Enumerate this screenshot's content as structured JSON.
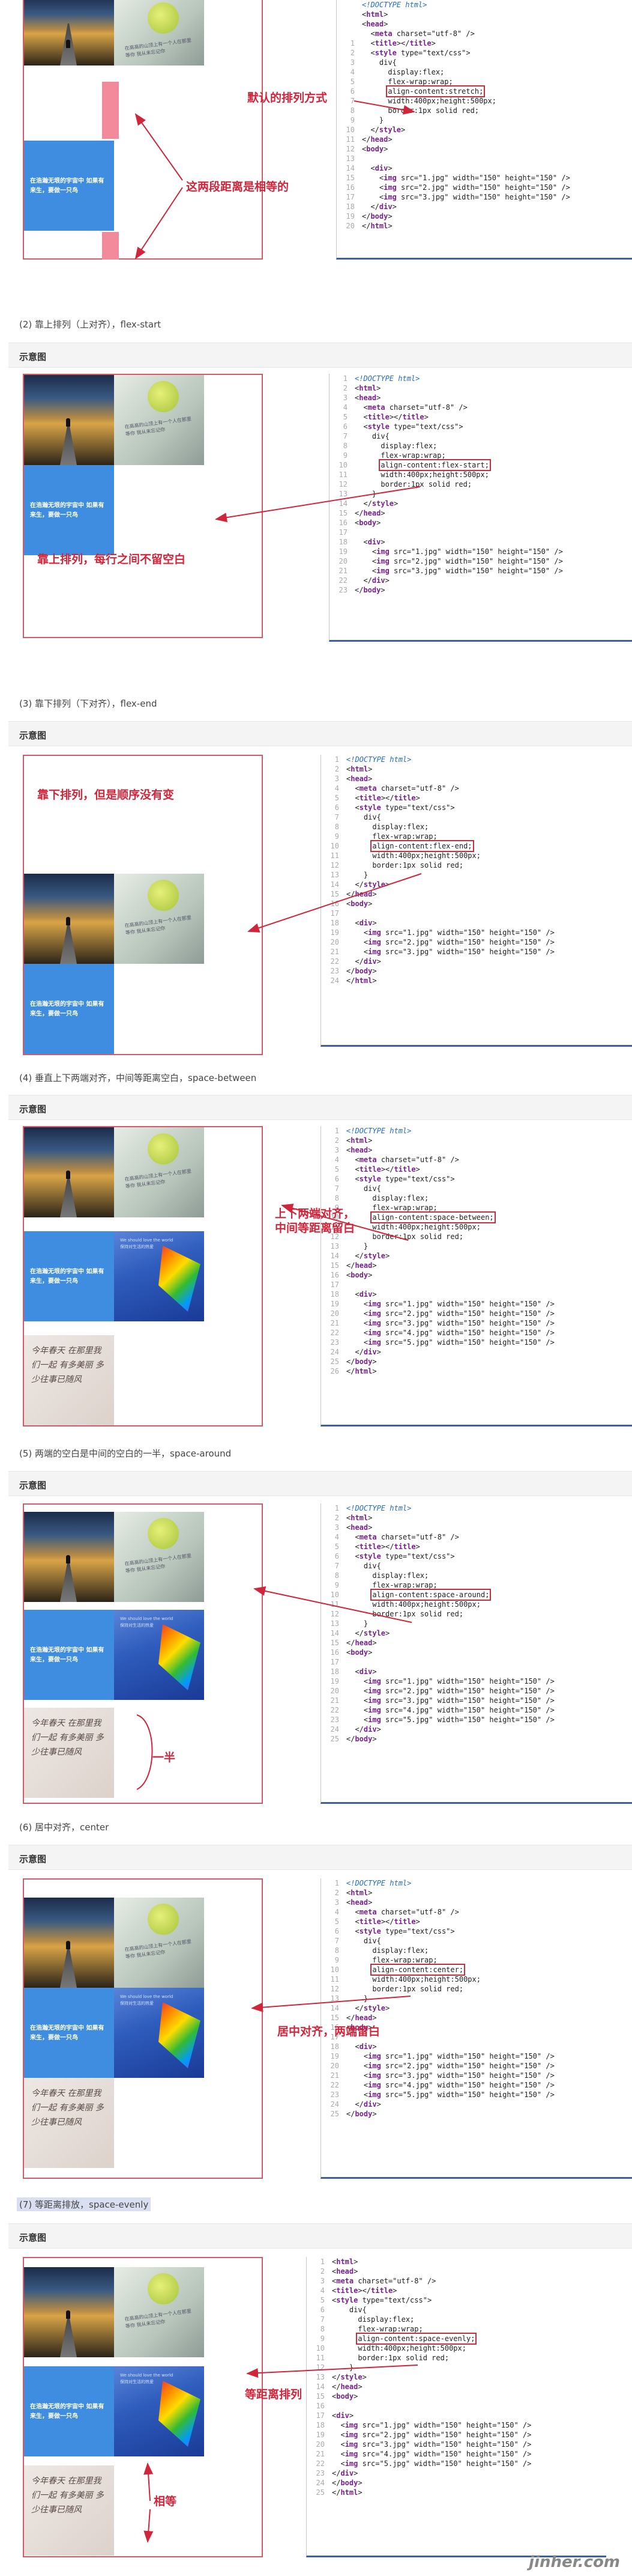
{
  "sections": [
    {
      "id": "s1",
      "caption": "",
      "header": "",
      "code": "<!DOCTYPE html>\n<html>\n<head>\n  <meta charset=\"utf-8\" />\n  <title></title>\n  <style type=\"text/css\">\n    div{\n      display:flex;\n      flex-wrap:wrap;\n      align-content:stretch;\n      width:400px;height:500px;\n      border:1px solid red;\n    }\n  </style>\n</head>\n<body>\n\n  <div>\n    <img src=\"1.jpg\" width=\"150\" height=\"150\" />\n    <img src=\"2.jpg\" width=\"150\" height=\"150\" />\n    <img src=\"3.jpg\" width=\"150\" height=\"150\" />\n  </div>\n</body>\n</html>",
      "highlight": "align-content:stretch;",
      "annotations": [
        "默认的排列方式",
        "这两段距离是相等的"
      ]
    },
    {
      "id": "s2",
      "caption": "(2) 靠上排列（上对齐），flex-start",
      "header": "示意图",
      "code": "<!DOCTYPE html>\n<html>\n<head>\n  <meta charset=\"utf-8\" />\n  <title></title>\n  <style type=\"text/css\">\n    div{\n      display:flex;\n      flex-wrap:wrap;\n      align-content:flex-start;\n      width:400px;height:500px;\n      border:1px solid red;\n    }\n  </style>\n</head>\n<body>\n\n  <div>\n    <img src=\"1.jpg\" width=\"150\" height=\"150\" />\n    <img src=\"2.jpg\" width=\"150\" height=\"150\" />\n    <img src=\"3.jpg\" width=\"150\" height=\"150\" />\n  </div>\n</body>",
      "highlight": "align-content:flex-start;",
      "annotations": [
        "靠上排列，每行之间不留空白"
      ]
    },
    {
      "id": "s3",
      "caption": "(3) 靠下排列（下对齐），flex-end",
      "header": "示意图",
      "code": "<!DOCTYPE html>\n<html>\n<head>\n  <meta charset=\"utf-8\" />\n  <title></title>\n  <style type=\"text/css\">\n    div{\n      display:flex;\n      flex-wrap:wrap;\n      align-content:flex-end;\n      width:400px;height:500px;\n      border:1px solid red;\n    }\n  </style>\n</head>\n<body>\n\n  <div>\n    <img src=\"1.jpg\" width=\"150\" height=\"150\" />\n    <img src=\"2.jpg\" width=\"150\" height=\"150\" />\n    <img src=\"3.jpg\" width=\"150\" height=\"150\" />\n  </div>\n</body>\n</html>",
      "highlight": "align-content:flex-end;",
      "annotations": [
        "靠下排列，但是顺序没有变"
      ]
    },
    {
      "id": "s4",
      "caption": "(4) 垂直上下两端对齐，中间等距离空白，space-between",
      "header": "示意图",
      "code": "<!DOCTYPE html>\n<html>\n<head>\n  <meta charset=\"utf-8\" />\n  <title></title>\n  <style type=\"text/css\">\n    div{\n      display:flex;\n      flex-wrap:wrap;\n      align-content:space-between;\n      width:400px;height:500px;\n      border:1px solid red;\n    }\n  </style>\n</head>\n<body>\n\n  <div>\n    <img src=\"1.jpg\" width=\"150\" height=\"150\" />\n    <img src=\"2.jpg\" width=\"150\" height=\"150\" />\n    <img src=\"3.jpg\" width=\"150\" height=\"150\" />\n    <img src=\"4.jpg\" width=\"150\" height=\"150\" />\n    <img src=\"5.jpg\" width=\"150\" height=\"150\" />\n  </div>\n</body>\n</html>",
      "highlight": "align-content:space-between;",
      "annotations": [
        "上下两端对齐，\n中间等距离留白"
      ]
    },
    {
      "id": "s5",
      "caption": "(5) 两端的空白是中间的空白的一半，space-around",
      "header": "示意图",
      "code": "<!DOCTYPE html>\n<html>\n<head>\n  <meta charset=\"utf-8\" />\n  <title></title>\n  <style type=\"text/css\">\n    div{\n      display:flex;\n      flex-wrap:wrap;\n      align-content:space-around;\n      width:400px;height:500px;\n      border:1px solid red;\n    }\n  </style>\n</head>\n<body>\n\n  <div>\n    <img src=\"1.jpg\" width=\"150\" height=\"150\" />\n    <img src=\"2.jpg\" width=\"150\" height=\"150\" />\n    <img src=\"3.jpg\" width=\"150\" height=\"150\" />\n    <img src=\"4.jpg\" width=\"150\" height=\"150\" />\n    <img src=\"5.jpg\" width=\"150\" height=\"150\" />\n  </div>\n</body>",
      "highlight": "align-content:space-around;",
      "annotations": [
        "一半"
      ]
    },
    {
      "id": "s6",
      "caption": "(6) 居中对齐，center",
      "header": "示意图",
      "code": "<!DOCTYPE html>\n<html>\n<head>\n  <meta charset=\"utf-8\" />\n  <title></title>\n  <style type=\"text/css\">\n    div{\n      display:flex;\n      flex-wrap:wrap;\n      align-content:center;\n      width:400px;height:500px;\n      border:1px solid red;\n    }\n  </style>\n</head>\n<body>\n\n  <div>\n    <img src=\"1.jpg\" width=\"150\" height=\"150\" />\n    <img src=\"2.jpg\" width=\"150\" height=\"150\" />\n    <img src=\"3.jpg\" width=\"150\" height=\"150\" />\n    <img src=\"4.jpg\" width=\"150\" height=\"150\" />\n    <img src=\"5.jpg\" width=\"150\" height=\"150\" />\n  </div>\n</body>",
      "highlight": "align-content:center;",
      "annotations": [
        "居中对齐，两端留白"
      ]
    },
    {
      "id": "s7",
      "caption": "(7) 等距离排放，space-evenly",
      "header": "示意图",
      "code": "<html>\n<head>\n<meta charset=\"utf-8\" />\n<title></title>\n<style type=\"text/css\">\n    div{\n      display:flex;\n      flex-wrap:wrap;\n      align-content:space-evenly;\n      width:400px;height:500px;\n      border:1px solid red;\n    }\n</style>\n</head>\n<body>\n\n<div>\n  <img src=\"1.jpg\" width=\"150\" height=\"150\" />\n  <img src=\"2.jpg\" width=\"150\" height=\"150\" />\n  <img src=\"3.jpg\" width=\"150\" height=\"150\" />\n  <img src=\"4.jpg\" width=\"150\" height=\"150\" />\n  <img src=\"5.jpg\" width=\"150\" height=\"150\" />\n</div>\n</body>\n</html>",
      "highlight": "align-content:space-evenly;",
      "annotations": [
        "等距离排列",
        "相等"
      ]
    }
  ],
  "images": {
    "blue_text": "在浩瀚无垠的宇宙中 如果有来生，要做一只鸟",
    "ball_text": "在高高的山顶上有一个人在那里等你 我从未忘记你",
    "flag_text": "We should love the world 保持对生活的热爱",
    "hand_text": "今年春天 在那里我们一起 有多美丽 多少往事已随风"
  },
  "footer": "jinher.com"
}
